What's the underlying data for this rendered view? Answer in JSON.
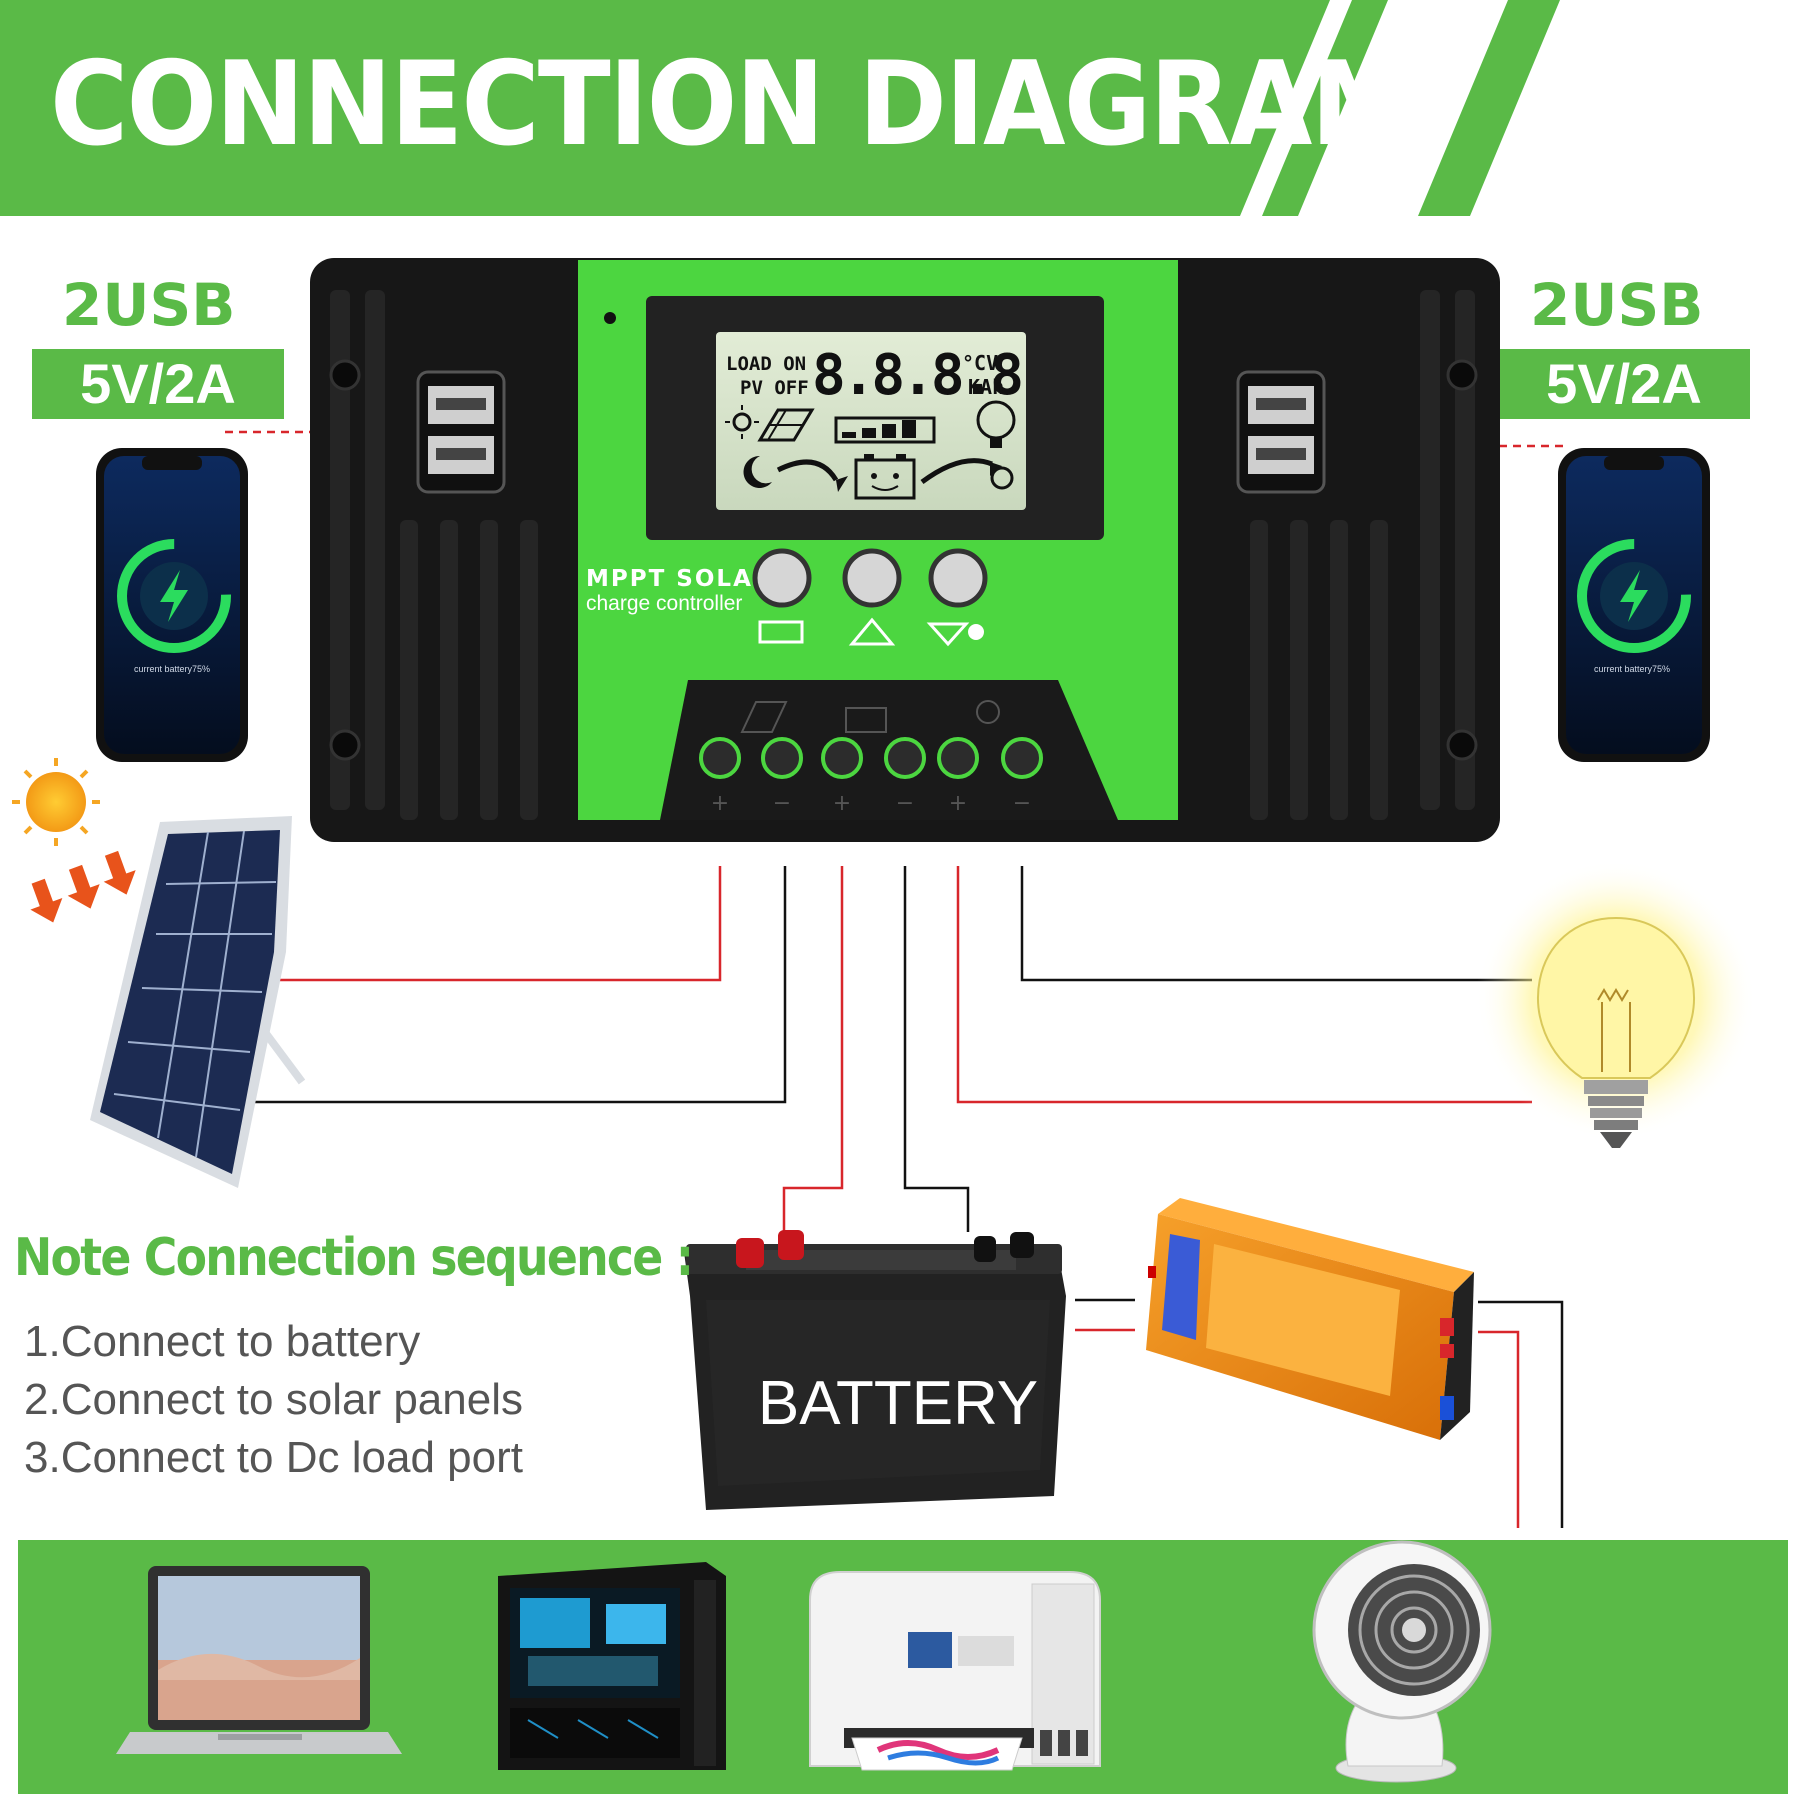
{
  "title": "CONNECTION DIAGRAM",
  "usb_left": {
    "title": "2USB",
    "spec": "5V/2A"
  },
  "usb_right": {
    "title": "2USB",
    "spec": "5V/2A"
  },
  "phone_caption": "current battery75%",
  "controller": {
    "lcd": {
      "load": "LOAD ON",
      "pv": "PV OFF",
      "digits": "8.8.8.8",
      "unit_top": "°CV",
      "unit_bottom": "KAh"
    },
    "brand_line1": "MPPT SOLAR",
    "brand_line2": "charge controller",
    "terminal_signs": [
      "+",
      "−",
      "+",
      "−",
      "+",
      "−"
    ]
  },
  "battery_label": "BATTERY",
  "note": {
    "title": "Note Connection sequence :",
    "steps": [
      "1.Connect to battery",
      "2.Connect to solar panels",
      "3.Connect to Dc load port"
    ]
  },
  "colors": {
    "green": "#5aba47",
    "controller_green": "#4cd640",
    "wire_red": "#d8262b",
    "wire_black": "#111111",
    "inverter_orange": "#f08a12"
  },
  "icons": [
    "usb-port-icon",
    "phone-charging-icon",
    "sun-icon",
    "solar-panel-icon",
    "light-bulb-icon",
    "battery-icon",
    "inverter-icon",
    "laptop-icon",
    "desktop-pc-icon",
    "printer-icon",
    "fan-icon"
  ]
}
